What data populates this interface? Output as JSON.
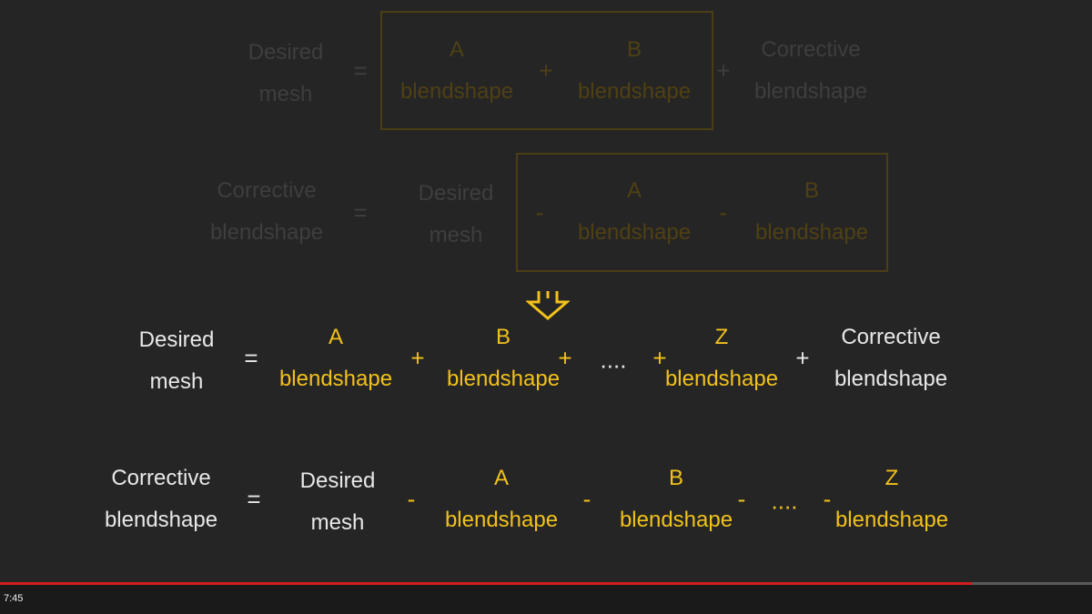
{
  "colors": {
    "background": "#252525",
    "white_text": "#e8e8e8",
    "yellow_text": "#f2c11b",
    "dim_white": "#3e3e3e",
    "dim_yellow": "#4f4014",
    "box_border": "#4b3d15",
    "progress_played": "#d21e1e"
  },
  "eq1": {
    "lhs": [
      "Desired",
      "mesh"
    ],
    "equals": "=",
    "term_a": [
      "A",
      "blendshape"
    ],
    "plus1": "+",
    "term_b": [
      "B",
      "blendshape"
    ],
    "plus2": "+",
    "corrective": [
      "Corrective",
      "blendshape"
    ]
  },
  "eq2": {
    "lhs": [
      "Corrective",
      "blendshape"
    ],
    "equals": "=",
    "desired": [
      "Desired",
      "mesh"
    ],
    "minus1": "-",
    "term_a": [
      "A",
      "blendshape"
    ],
    "minus2": "-",
    "term_b": [
      "B",
      "blendshape"
    ]
  },
  "arrow_icon": "down-arrow-icon",
  "eq3": {
    "lhs": [
      "Desired",
      "mesh"
    ],
    "equals": "=",
    "term_a": [
      "A",
      "blendshape"
    ],
    "plus1": "+",
    "term_b": [
      "B",
      "blendshape"
    ],
    "plus2": "+",
    "ellipsis": "....",
    "plus3": "+",
    "term_z": [
      "Z",
      "blendshape"
    ],
    "plus4": "+",
    "corrective": [
      "Corrective",
      "blendshape"
    ]
  },
  "eq4": {
    "lhs": [
      "Corrective",
      "blendshape"
    ],
    "equals": "=",
    "desired": [
      "Desired",
      "mesh"
    ],
    "minus1": "-",
    "term_a": [
      "A",
      "blendshape"
    ],
    "minus2": "-",
    "term_b": [
      "B",
      "blendshape"
    ],
    "minus3": "-",
    "ellipsis": "....",
    "minus4": "-",
    "term_z": [
      "Z",
      "blendshape"
    ]
  },
  "player": {
    "time": "7:45",
    "progress_fraction": 0.89
  }
}
